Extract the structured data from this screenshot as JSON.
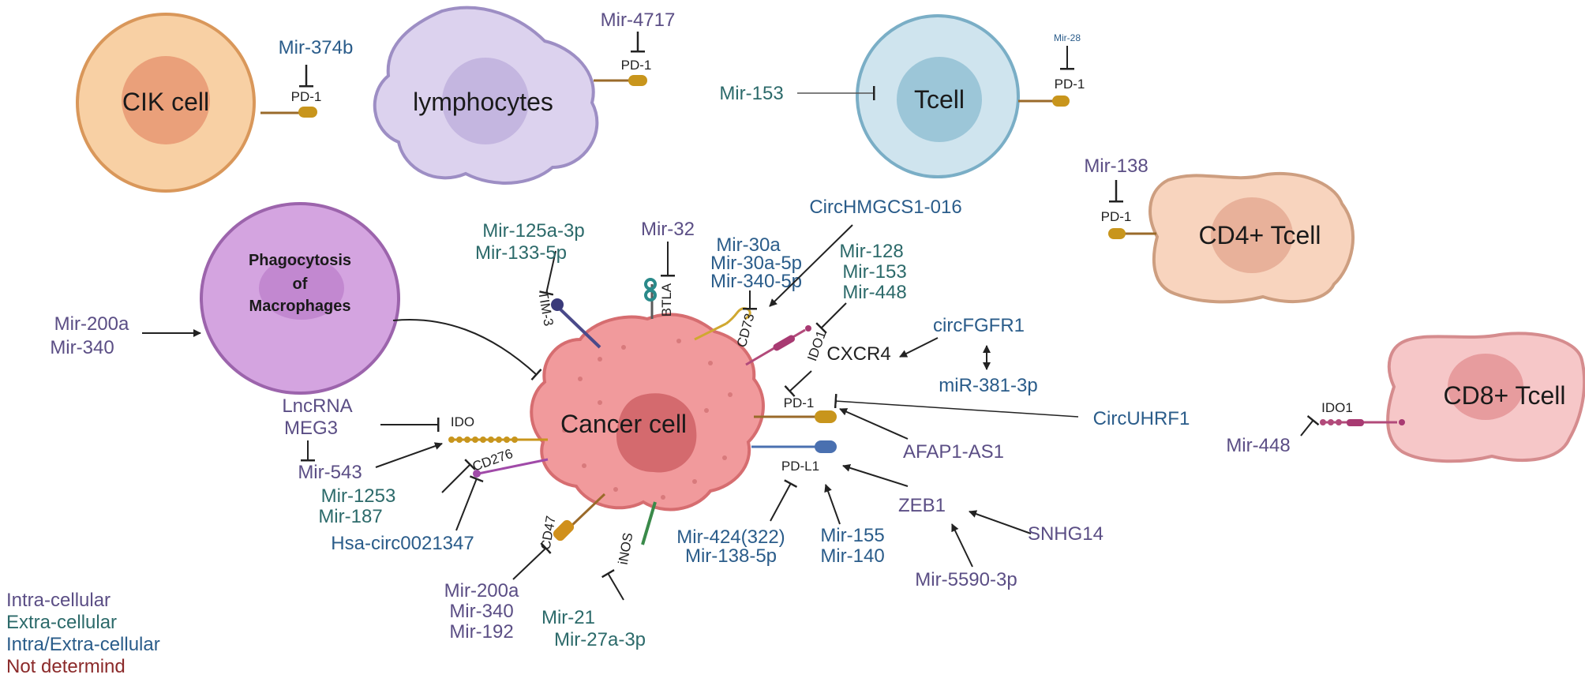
{
  "colors": {
    "intra": "#5b4e85",
    "extra": "#2c6a6a",
    "intra_extra": "#2a5c8a",
    "not_determined": "#8b2a2a",
    "line": "#222222"
  },
  "cells": {
    "cik": "CIK cell",
    "lymphocytes": "lymphocytes",
    "tcell": "Tcell",
    "cd4": "CD4+ Tcell",
    "cd8": "CD8+ Tcell",
    "cancer": "Cancer cell",
    "macrophage": [
      "Phagocytosis",
      "of",
      "Macrophages"
    ]
  },
  "receptors": {
    "pd1": "PD-1",
    "pdl1": "PD-L1",
    "ido": "IDO",
    "ido1": "IDO1",
    "cd276": "CD276",
    "cd47": "CD47",
    "inos": "iNOS",
    "tim3": "TIM-3",
    "btla": "BTLA",
    "cd73": "CD73",
    "cxcr4": "CXCR4"
  },
  "regulators": {
    "mir374b": "Mir-374b",
    "mir4717": "Mir-4717",
    "mir153_t": "Mir-153",
    "mir28": "Mir-28",
    "mir138_cd4": "Mir-138",
    "mir448_cd8": "Mir-448",
    "mir200a_mac": "Mir-200a",
    "mir340_mac": "Mir-340",
    "mir125a": "Mir-125a-3p",
    "mir133": "Mir-133-5p",
    "mir32": "Mir-32",
    "mir30a": "Mir-30a",
    "mir30a5p": "Mir-30a-5p",
    "mir3405p": "Mir-340-5p",
    "circhmgcs1": "CircHMGCS1-016",
    "mir128": "Mir-128",
    "mir153": "Mir-153",
    "mir448": "Mir-448",
    "circfgfr1": "circFGFR1",
    "mir381": "miR-381-3p",
    "circuhrf1": "CircUHRF1",
    "afap1": "AFAP1-AS1",
    "zeb1": "ZEB1",
    "snhg14": "SNHG14",
    "mir5590": "Mir-5590-3p",
    "mir155": "Mir-155",
    "mir140": "Mir-140",
    "mir424": "Mir-424(322)",
    "mir1385p": "Mir-138-5p",
    "mir21": "Mir-21",
    "mir27a": "Mir-27a-3p",
    "mir200a_cd47": "Mir-200a",
    "mir340_cd47": "Mir-340",
    "mir192": "Mir-192",
    "mir1253": "Mir-1253",
    "mir187": "Mir-187",
    "hsacirc": "Hsa-circ0021347",
    "lncrna": "LncRNA",
    "meg3": "MEG3",
    "mir543": "Mir-543"
  },
  "legend": {
    "intra": "Intra-cellular",
    "extra": "Extra-cellular",
    "intra_extra": "Intra/Extra-cellular",
    "not_determined": "Not determind"
  }
}
